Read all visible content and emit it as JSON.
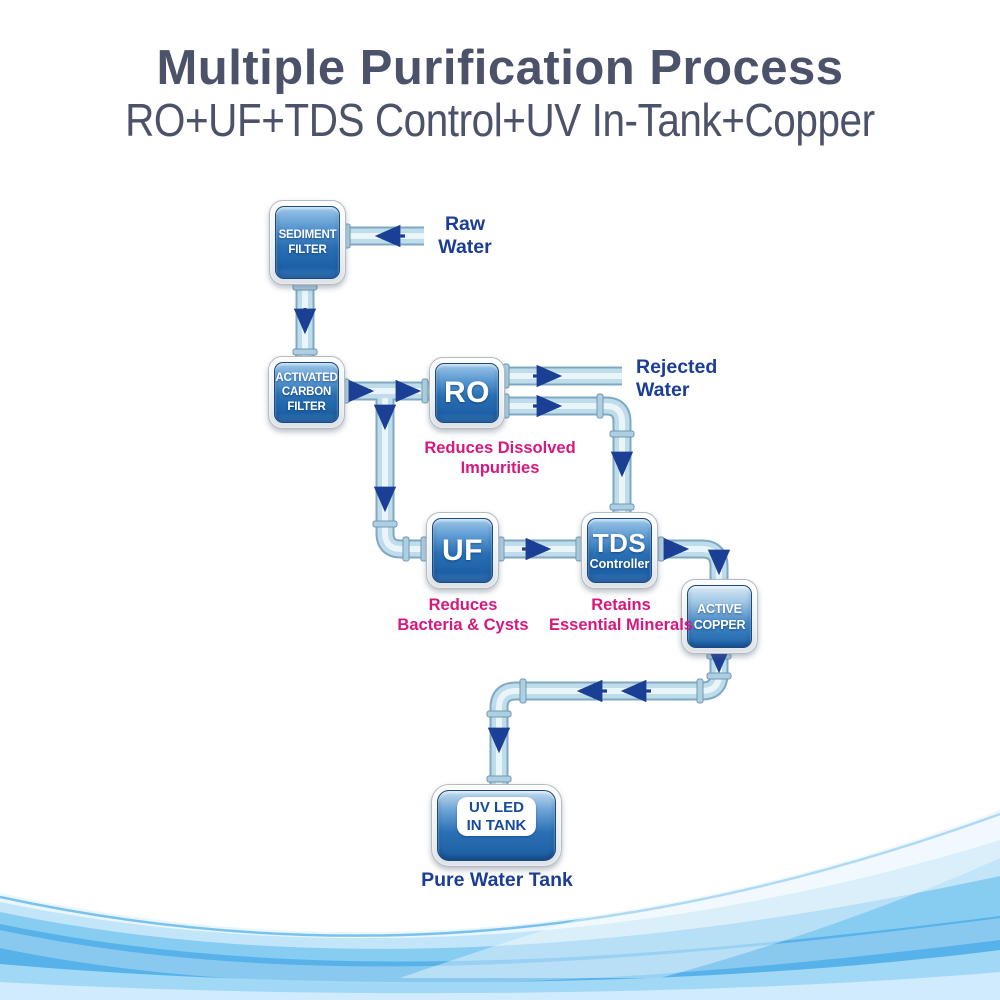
{
  "header": {
    "title": "Multiple Purification Process",
    "subtitle": "RO+UF+TDS Control+UV In-Tank+Copper"
  },
  "nodes": {
    "sediment": {
      "label": "SEDIMENT\nFILTER"
    },
    "carbon": {
      "label": "ACTIVATED\nCARBON\nFILTER"
    },
    "ro": {
      "label": "RO",
      "caption": "Reduces Dissolved Impurities"
    },
    "uf": {
      "label": "UF",
      "caption": "Reduces\nBacteria & Cysts"
    },
    "tds": {
      "label": "TDS",
      "sublabel": "Controller",
      "caption": "Retains\nEssential Minerals"
    },
    "copper": {
      "label": "ACTIVE\nCOPPER"
    },
    "uvtank": {
      "label": "UV LED\nIN TANK",
      "caption": "Pure Water Tank"
    }
  },
  "labels": {
    "raw_water": "Raw\nWater",
    "rejected_water": "Rejected\nWater"
  },
  "colors": {
    "title_text": "#4c5269",
    "navy_label": "#1b3d94",
    "pink_caption": "#d6187e",
    "box_blue": "#2a70b4",
    "pipe_blue": "#bedcea",
    "wave_blue": "#47aae6"
  }
}
